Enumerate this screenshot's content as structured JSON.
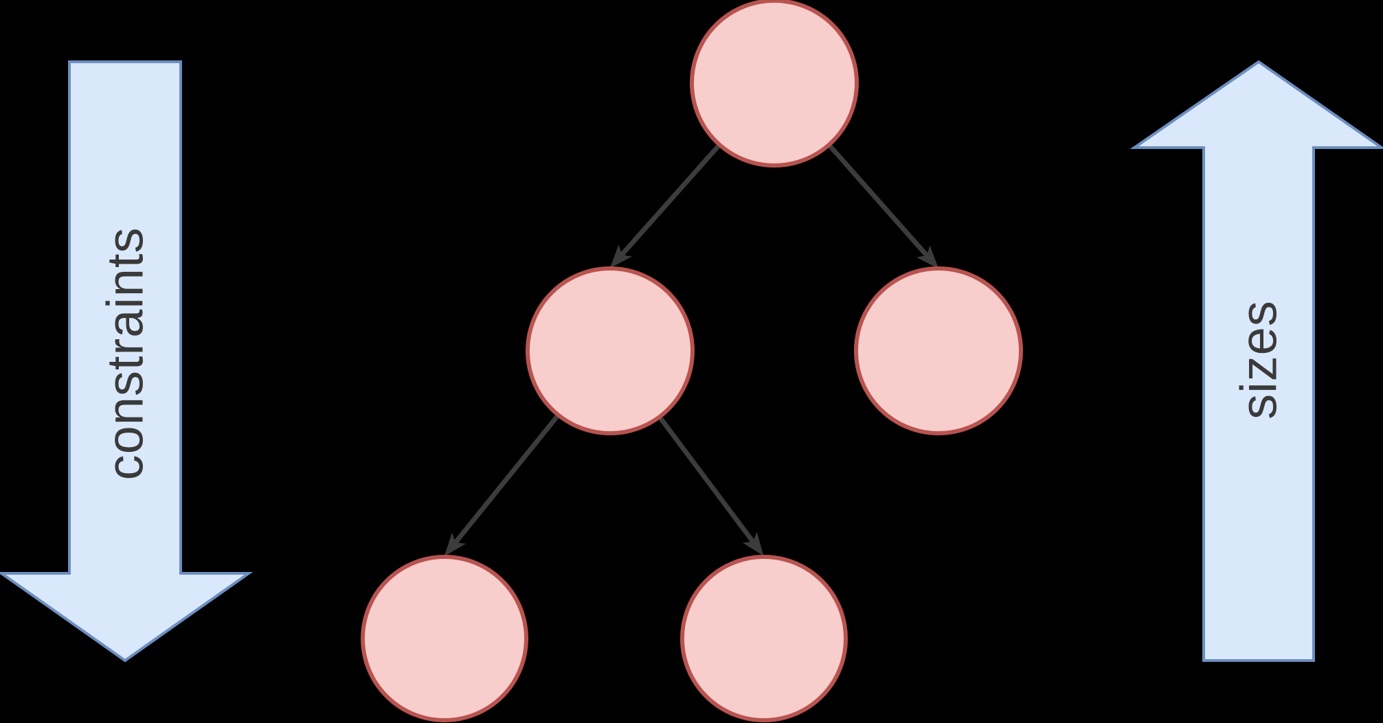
{
  "labels": {
    "left_arrow": "constraints",
    "right_arrow": "sizes"
  },
  "colors": {
    "background": "#000000",
    "arrow_fill": "#dae8fc",
    "arrow_stroke": "#6c8ebf",
    "node_fill": "#f8cecc",
    "node_stroke": "#b85450",
    "edge_color": "#3c3c3c",
    "label_color": "#3a3a3a"
  },
  "diagram": {
    "type": "tree",
    "orientation": "top-down",
    "nodes": [
      {
        "id": "root",
        "label": ""
      },
      {
        "id": "root-left",
        "label": ""
      },
      {
        "id": "root-right",
        "label": ""
      },
      {
        "id": "root-left-left",
        "label": ""
      },
      {
        "id": "root-left-right",
        "label": ""
      }
    ],
    "edges": [
      {
        "from": "root",
        "to": "root-left"
      },
      {
        "from": "root",
        "to": "root-right"
      },
      {
        "from": "root-left",
        "to": "root-left-left"
      },
      {
        "from": "root-left",
        "to": "root-left-right"
      }
    ]
  },
  "annotations": {
    "left_arrow_direction": "down",
    "right_arrow_direction": "up"
  }
}
